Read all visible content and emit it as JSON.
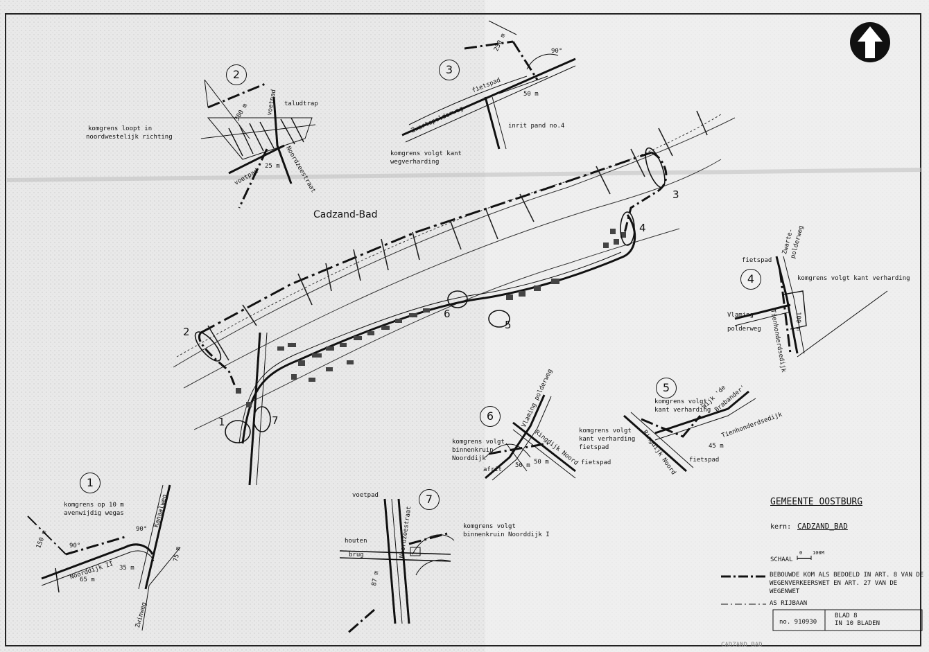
{
  "title_block": {
    "municipality": "GEMEENTE OOSTBURG",
    "kern_label": "kern:",
    "kern_value": "CADZAND_BAD",
    "scale_label": "SCHAAL",
    "scale_zero": "0",
    "scale_value": "100M",
    "legend_line1": "BEBOUWDE KOM ALS BEDOELD IN ART. 8 VAN DE",
    "legend_line2": "WEGENVERKEERSWET EN ART. 27 VAN DE",
    "legend_line3": "WEGENWET",
    "legend_axis": "AS RIJBAAN",
    "doc_number": "no. 910930",
    "sheet_line1": "BLAD 8",
    "sheet_line2": "IN 10 BLADEN",
    "bottom_stamp": "CADZAND BAD"
  },
  "main_map": {
    "place_name": "Cadzand-Bad",
    "markers": [
      "1",
      "2",
      "3",
      "4",
      "5",
      "6",
      "7"
    ]
  },
  "inset_1": {
    "number": "1",
    "note": "komgrens op 10 m",
    "note2": "avenwijdig wegas",
    "labels": [
      "150 m",
      "90°",
      "90°",
      "Kanaalweg",
      "75 m",
      "Noorddijk II",
      "65 m",
      "35 m",
      "Zwinweg"
    ]
  },
  "inset_2": {
    "number": "2",
    "note": "komgrens loopt in",
    "note2": "noordwestelijk richting",
    "labels": [
      "300 m",
      "voetpad",
      "taludtrap",
      "Noordzeestraat",
      "25 m",
      "voetpad"
    ]
  },
  "inset_3": {
    "number": "3",
    "note": "komgrens volgt kant",
    "note2": "wegverharding",
    "labels": [
      "250 m",
      "90°",
      "fietspad",
      "Zwartepolderweg",
      "50 m",
      "inrit pand no.4"
    ]
  },
  "inset_4": {
    "number": "4",
    "note": "komgrens volgt kant verharding",
    "labels": [
      "fietspad",
      "Zwarte-",
      "polderweg",
      "100 m",
      "Vlaming",
      "polderweg",
      "Tienhonderdsedijk"
    ]
  },
  "inset_5": {
    "number": "5",
    "note": "komgrens volgt",
    "note2": "kant verharding",
    "labels": [
      "Wijk 'de",
      "Brabander'",
      "Ringdijk Noord",
      "Tienhonderdsedijk",
      "45 m",
      "fietspad"
    ]
  },
  "inset_6": {
    "number": "6",
    "note": "komgrens volgt",
    "note2": "binnenkruin",
    "note3": "Noorddijk",
    "note_b": "komgrens volgt",
    "note_b2": "kant verharding",
    "note_b3": "fietspad",
    "labels": [
      "Vlaming polderweg",
      "Ringdijk Noord",
      "afrit",
      "50 m",
      "50 m",
      "fietspad"
    ]
  },
  "inset_7": {
    "number": "7",
    "note": "komgrens volgt",
    "note2": "binnenkruin Noorddijk I",
    "labels": [
      "voetpad",
      "Noordzeestraat",
      "houten",
      "brug",
      "87 m"
    ]
  }
}
